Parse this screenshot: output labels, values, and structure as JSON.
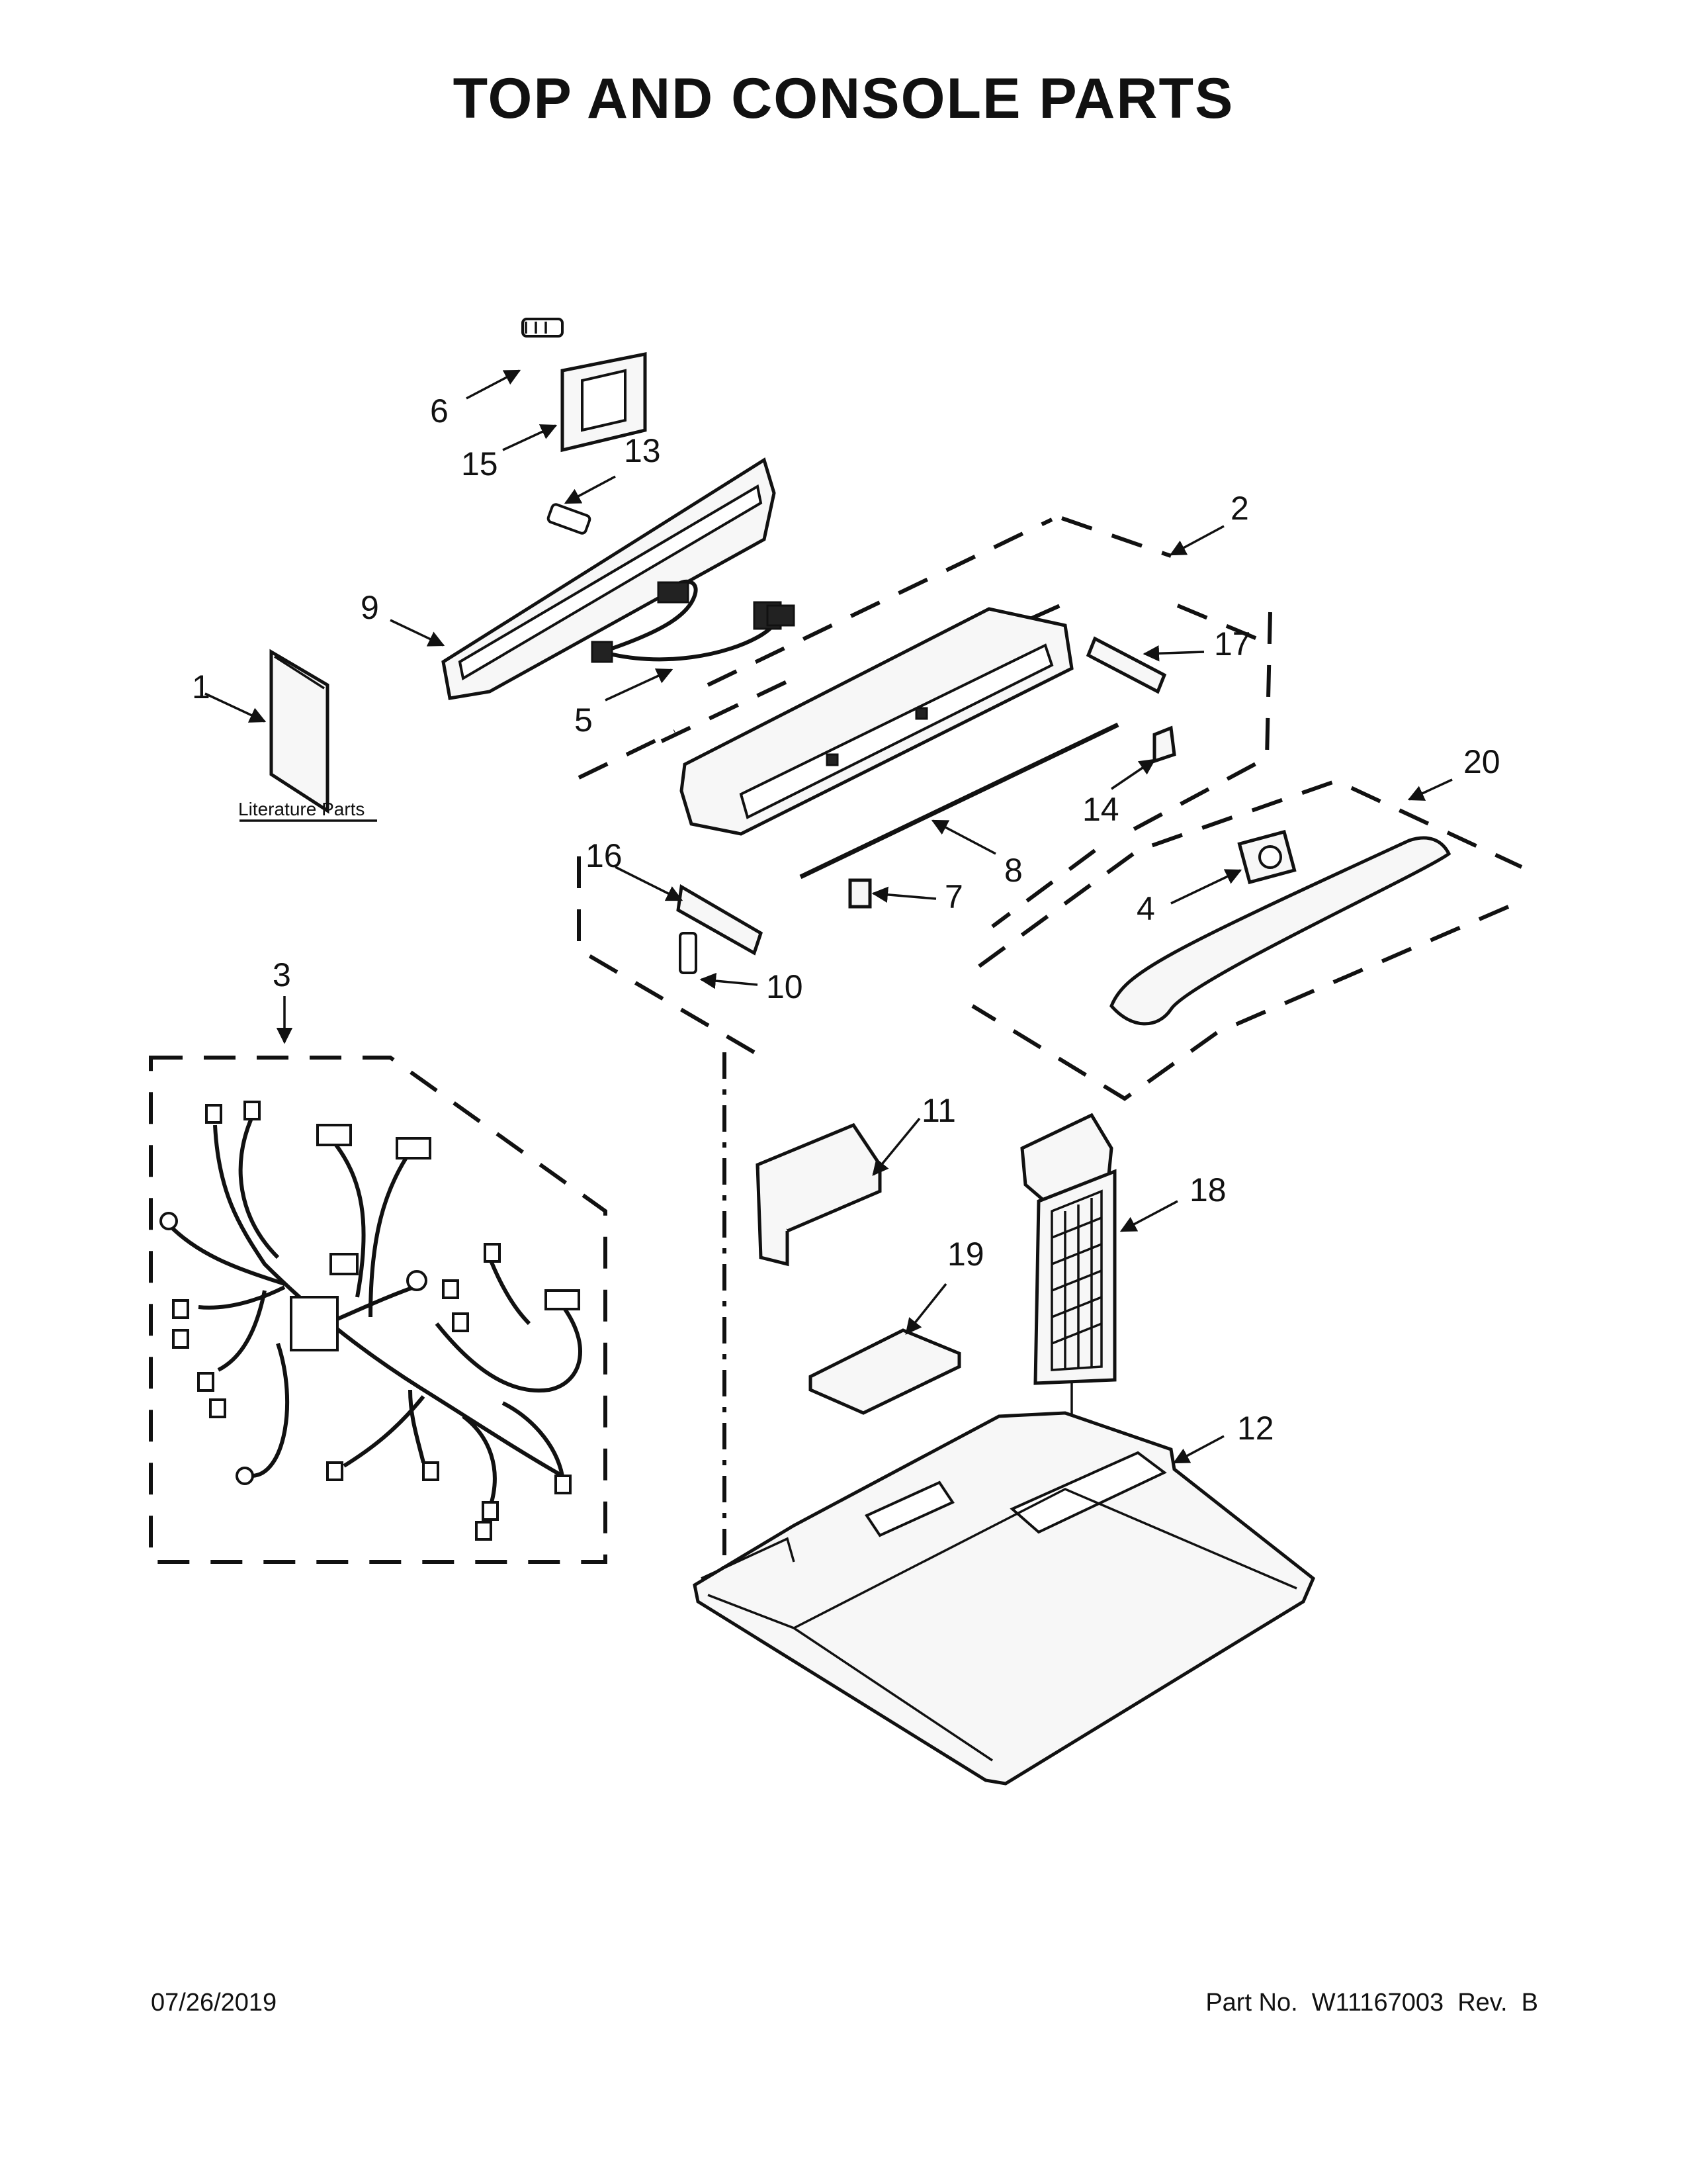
{
  "title": "TOP AND CONSOLE PARTS",
  "literature_label": "Literature Parts",
  "footer": {
    "date": "07/26/2019",
    "part_no": "Part No.  W11167003  Rev.  B"
  },
  "callouts": [
    "1",
    "2",
    "3",
    "4",
    "5",
    "6",
    "7",
    "8",
    "9",
    "10",
    "11",
    "12",
    "13",
    "14",
    "15",
    "16",
    "17",
    "18",
    "19",
    "20"
  ]
}
